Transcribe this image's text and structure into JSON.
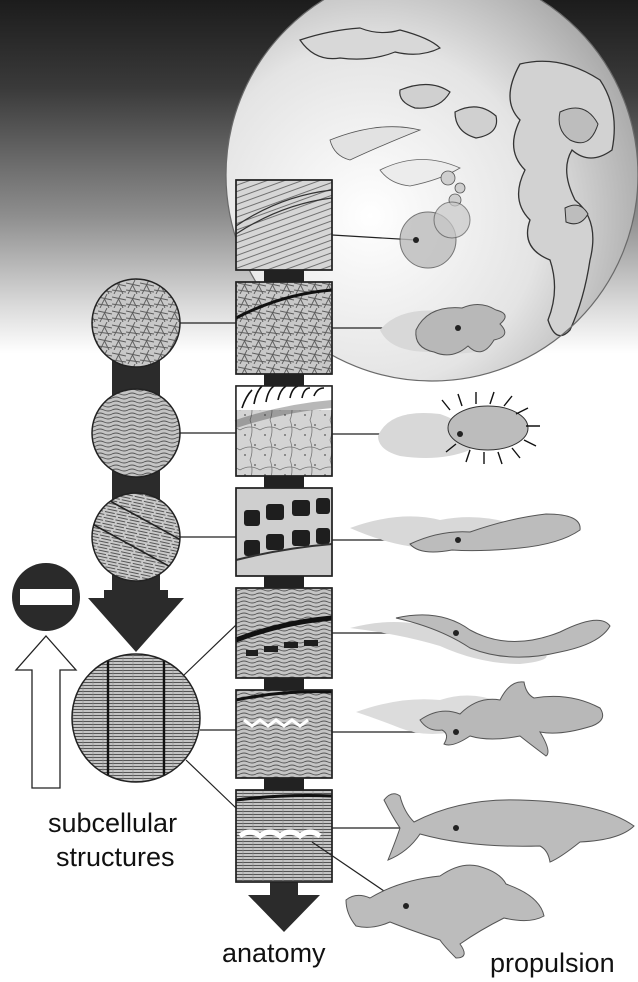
{
  "labels": {
    "subcellular_line1": "subcellular",
    "subcellular_line2": "structures",
    "anatomy": "anatomy",
    "propulsion": "propulsion"
  },
  "colors": {
    "organism_fill": "#b9b9b9",
    "organism_shadow": "#d4d4d4",
    "arrow_dark": "#2b2b2b",
    "globe_light": "#e8e8e8",
    "globe_dark": "#9a9a9a",
    "land": "#d0d0d0"
  },
  "icons": {
    "no_entry": "no-entry-icon",
    "reverse_arrow": "hollow-up-arrow-icon",
    "forward_arrow": "down-arrow-icon"
  },
  "sequence": [
    {
      "stage": "spherical-cells"
    },
    {
      "stage": "amoeboid"
    },
    {
      "stage": "ciliate"
    },
    {
      "stage": "spindle-swimmer"
    },
    {
      "stage": "eel-like"
    },
    {
      "stage": "shark"
    },
    {
      "stage": "whale"
    },
    {
      "stage": "seal"
    }
  ]
}
